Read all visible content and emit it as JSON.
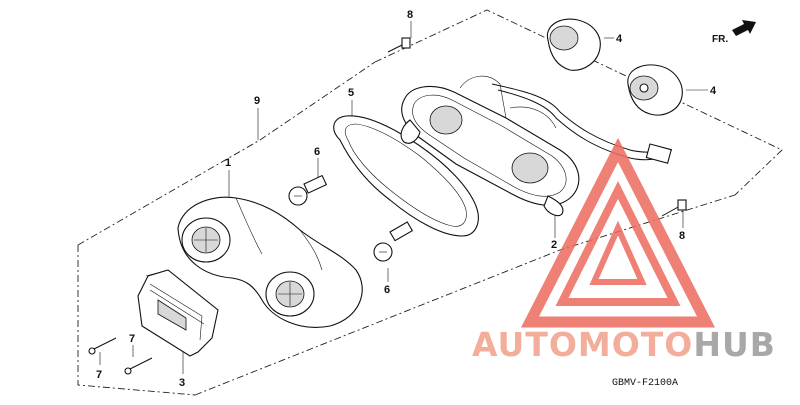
{
  "diagram": {
    "direction_label": "FR.",
    "drawing_code": "GBMV-F2100A",
    "callouts": {
      "c1": "1",
      "c2": "2",
      "c3": "3",
      "c4a": "4",
      "c4b": "4",
      "c5": "5",
      "c6a": "6",
      "c6b": "6",
      "c7a": "7",
      "c7b": "7",
      "c8a": "8",
      "c8b": "8",
      "c9": "9"
    }
  },
  "watermark": {
    "text_part1": "AUTOMOTO",
    "text_part2": "HUB",
    "color_primary": "#f0a08a",
    "color_secondary": "#9a9a9a",
    "triangle_color": "#ec6a5e"
  }
}
